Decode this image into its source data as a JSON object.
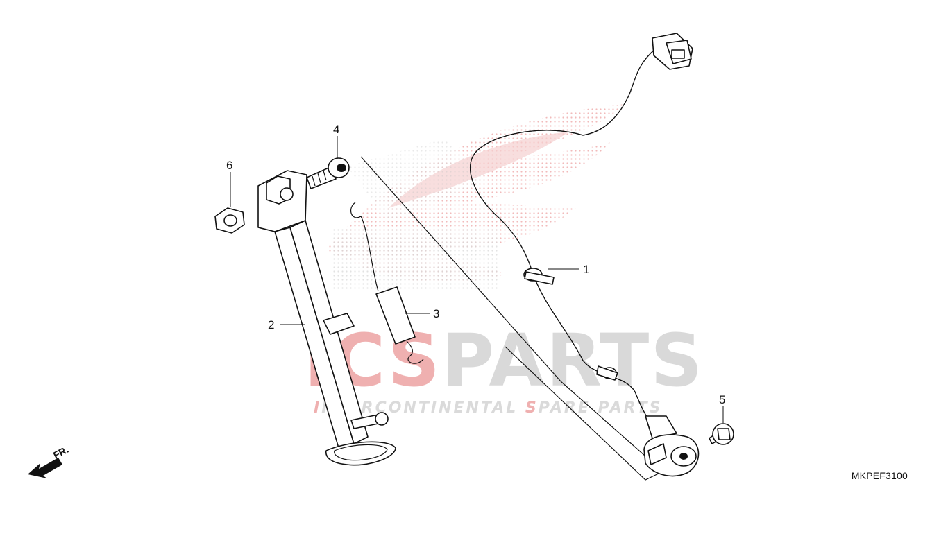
{
  "diagram": {
    "code": "MKPEF3100",
    "direction_label": "FR.",
    "callouts": [
      "1",
      "2",
      "3",
      "4",
      "5",
      "6"
    ]
  },
  "watermark": {
    "brand_prefix": "ICS",
    "brand_suffix": "PARTS",
    "tagline_parts": [
      "I",
      "NTERCONTINENTAL ",
      "S",
      "PARE PARTS"
    ],
    "colors": {
      "red": "#e9a3a3",
      "gray": "#d2d2d2",
      "wing": "#f3c9c9"
    }
  }
}
